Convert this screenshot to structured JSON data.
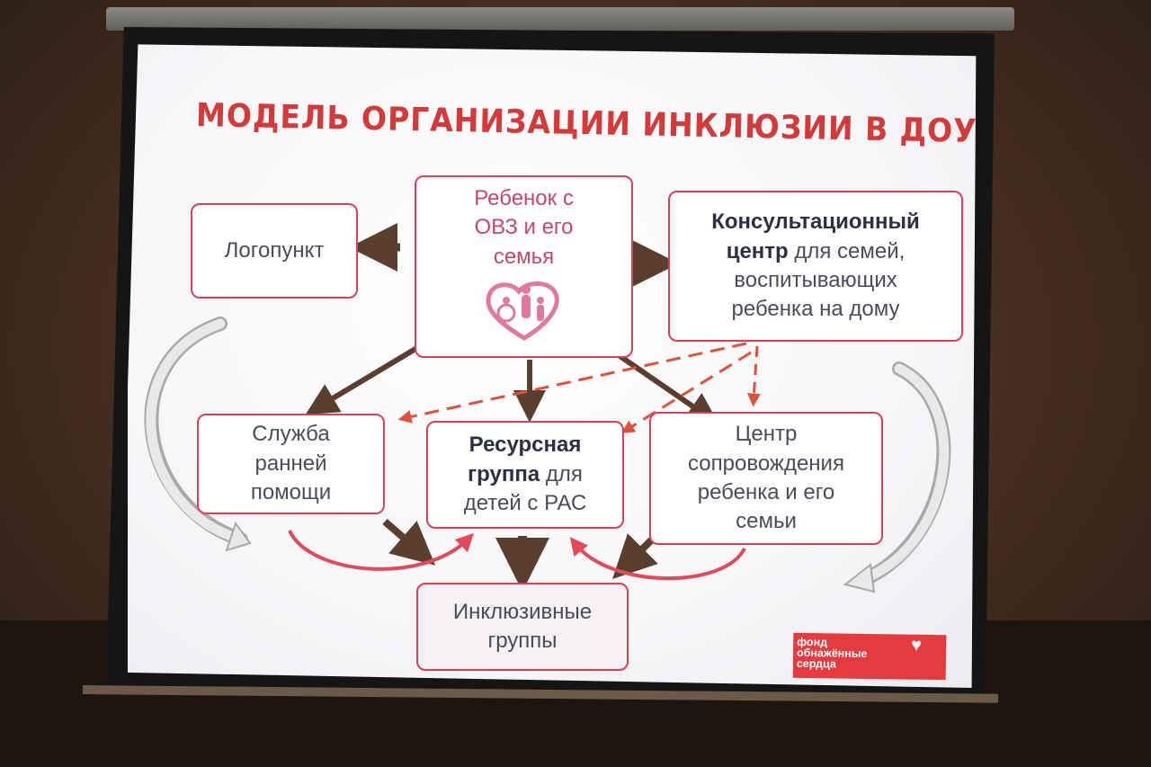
{
  "slide": {
    "title": "МОДЕЛЬ ОРГАНИЗАЦИИ ИНКЛЮЗИИ В ДОУ"
  },
  "nodes": {
    "family": [
      "Ребенок с",
      "ОВЗ и его",
      "семья"
    ],
    "logopunkt": "Логопункт",
    "consult": {
      "bold1": "Консультационный",
      "bold2": "центр",
      "rest2": " для семей,",
      "line3": "воспитывающих",
      "line4": "ребенка на дому"
    },
    "early_help": [
      "Служба",
      "ранней",
      "помощи"
    ],
    "resource": {
      "bold1": "Ресурсная",
      "bold2": "группа",
      "rest2": " для",
      "line3": "детей с РАС"
    },
    "support": [
      "Центр",
      "сопровождения",
      "ребенка и его",
      "семьи"
    ],
    "inclusive": [
      "Инклюзивные",
      "группы"
    ]
  },
  "logo": {
    "lines": [
      "фонд",
      "обнажённые",
      "сердца"
    ]
  },
  "colors": {
    "accent_red": "#d33a3a",
    "box_border": "#d9405a",
    "arrow_brown": "#5a3f2e",
    "dashed_red": "#e0503a",
    "curve_gray": "#c8c8c8"
  }
}
